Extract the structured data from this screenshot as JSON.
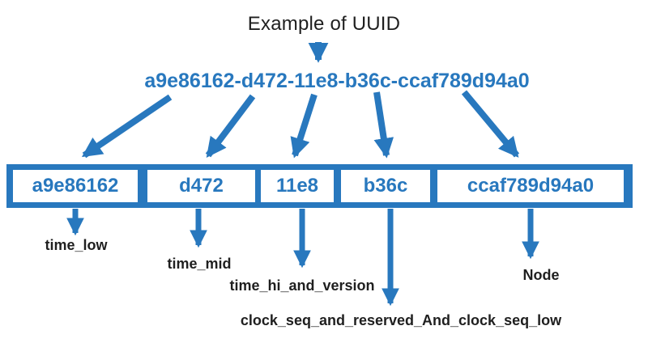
{
  "title": "Example of UUID",
  "uuid": "a9e86162-d472-11e8-b36c-ccaf789d94a0",
  "segments": [
    {
      "value": "a9e86162",
      "field": "time_low"
    },
    {
      "value": "d472",
      "field": "time_mid"
    },
    {
      "value": "11e8",
      "field": "time_hi_and_version"
    },
    {
      "value": "b36c",
      "field": "clock_seq_and_reserved_And_clock_seq_low"
    },
    {
      "value": "ccaf789d94a0",
      "field": "Node"
    }
  ],
  "colors": {
    "accent_blue": "#2878BE",
    "text_dark": "#1F1F1F",
    "box_bg": "#FFFFFF",
    "background": "#FFFFFF"
  }
}
